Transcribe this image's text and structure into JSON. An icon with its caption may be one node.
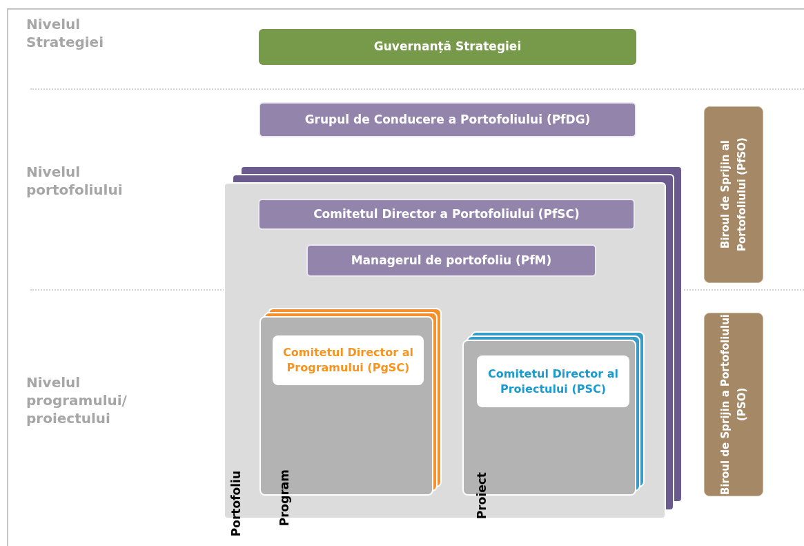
{
  "diagram": {
    "nodes": [
      {
        "text": [
          "Guvernanță Strategiei"
        ]
      },
      {
        "text": [
          "Grupul de Conducere a Portofoliului (PfDG)"
        ]
      },
      {
        "text": [
          "Portofoliu"
        ]
      },
      {
        "text": [
          "Comitetul Director a Portofoliului (PfSC)"
        ],
        "in": 2
      },
      {
        "text": [
          "Managerul de portofoliu (PfM)"
        ],
        "in": 2
      },
      {
        "text": [
          "Program"
        ],
        "in": 2
      },
      {
        "text": [
          "Comitetul Director al Programului (PgSC)"
        ],
        "in": 5
      },
      {
        "text": [
          "Proiect"
        ],
        "in": 2
      },
      {
        "text": [
          "Comitetul Director al Proiectului (PSC)"
        ],
        "in": 7
      },
      {
        "text": [
          "Biroul de Sprijin al Portofoliului (PfSO)"
        ]
      },
      {
        "text": [
          "Biroul de Sprijin a Portofoliului (PSO)"
        ]
      }
    ],
    "edges": [],
    "labels": [
      "Nivelul Strategiei",
      "Nivelul portofoliului",
      "Nivelul programului/ proiectului"
    ]
  }
}
